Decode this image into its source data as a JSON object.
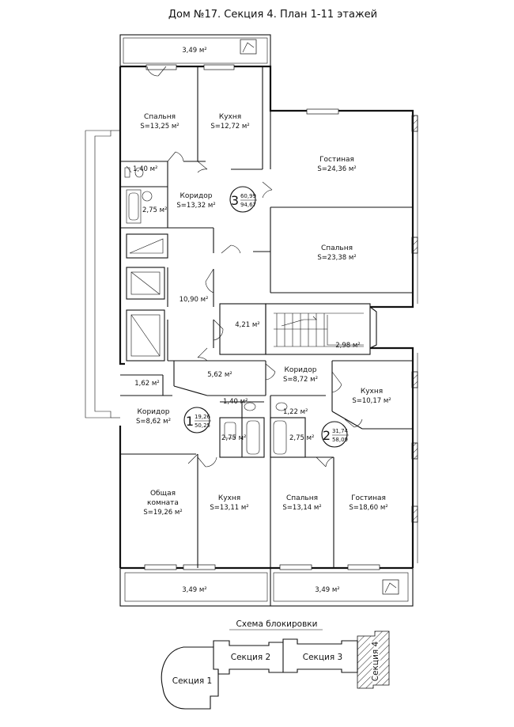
{
  "title": "Дом №17. Секция 4. План 1-11 этажей",
  "balconies": {
    "top": "3,49 м²",
    "bottom_left": "3,49 м²",
    "bottom_right": "3,49 м²"
  },
  "apartment_3": {
    "number": "3",
    "living_area": "60,99",
    "total_area": "94,67",
    "rooms": {
      "bedroom_1": {
        "name": "Спальня",
        "area": "S=13,25 м²"
      },
      "kitchen": {
        "name": "Кухня",
        "area": "S=12,72 м²"
      },
      "living": {
        "name": "Гостиная",
        "area": "S=24,36 м²"
      },
      "corridor": {
        "name": "Коридор",
        "area": "S=13,32 м²"
      },
      "bedroom_2": {
        "name": "Спальня",
        "area": "S=23,38 м²"
      },
      "wc": "1,40 м²",
      "bath": "2,75 м²"
    }
  },
  "common": {
    "hall": "10,90 м²",
    "lift_hall": "4,21 м²",
    "stair": "2,98 м²",
    "tambour": "5,62 м²"
  },
  "apartment_1": {
    "number": "1",
    "living_area": "19,26",
    "total_area": "50,25",
    "rooms": {
      "closet": "1,62 м²",
      "corridor": {
        "name": "Коридор",
        "area": "S=8,62 м²"
      },
      "wc": "1,40 м²",
      "bath": "2,75 м²",
      "common_room": {
        "name_1": "Общая",
        "name_2": "комната",
        "area": "S=19,26 м²"
      },
      "kitchen": {
        "name": "Кухня",
        "area": "S=13,11 м²"
      }
    }
  },
  "apartment_2": {
    "number": "2",
    "living_area": "31,74",
    "total_area": "58,09",
    "rooms": {
      "corridor": {
        "name": "Коридор",
        "area": "S=8,72 м²"
      },
      "kitchen": {
        "name": "Кухня",
        "area": "S=10,17 м²"
      },
      "wc": "1,22 м²",
      "bath": "2,75 м²",
      "bedroom": {
        "name": "Спальня",
        "area": "S=13,14 м²"
      },
      "living": {
        "name": "Гостиная",
        "area": "S=18,60 м²"
      }
    }
  },
  "scheme": {
    "title": "Схема блокировки",
    "section_1": "Секция 1",
    "section_2": "Секция 2",
    "section_3": "Секция 3",
    "section_4": "Секция 4"
  }
}
